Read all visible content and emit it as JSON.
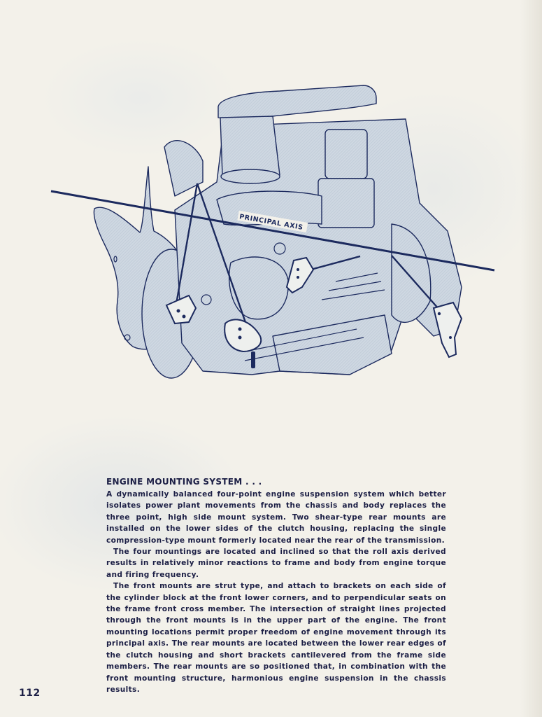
{
  "figure": {
    "description": "Engine illustration with four mounting points and principal axis line",
    "label": "PRINCIPAL AXIS",
    "ink_color": "#1c2a5e",
    "fill_color": "#cfd8e2"
  },
  "article": {
    "heading": "ENGINE MOUNTING SYSTEM . . .",
    "paragraphs": [
      "A dynamically balanced four-point engine suspension system which better isolates power plant movements from the chassis and body replaces the three point, high side mount system. Two shear-type rear mounts are installed on the lower sides of the clutch housing, replacing the single compression-type mount formerly located near the rear of the transmission.",
      "The four mountings are located and inclined so that the roll axis derived results in relatively minor reactions to frame and body from engine torque and firing frequency.",
      "The front mounts are strut type, and attach to brackets on each side of the cylinder block at the front lower corners, and to perpendicular seats on the frame front cross member. The intersection of straight lines projected through the front mounts is in the upper part of the engine. The front mounting locations permit proper freedom of engine movement through its principal axis. The rear mounts are located between the lower rear edges of the clutch housing and short brackets cantilevered from the frame side members. The rear mounts are so positioned that, in combination with the front mounting structure, harmonious engine suspension in the chassis results."
    ]
  },
  "footer": {
    "page_number": "112"
  },
  "colors": {
    "paper": "#f3f1ea",
    "text": "#1c1f45",
    "ink": "#1c2a5e"
  }
}
